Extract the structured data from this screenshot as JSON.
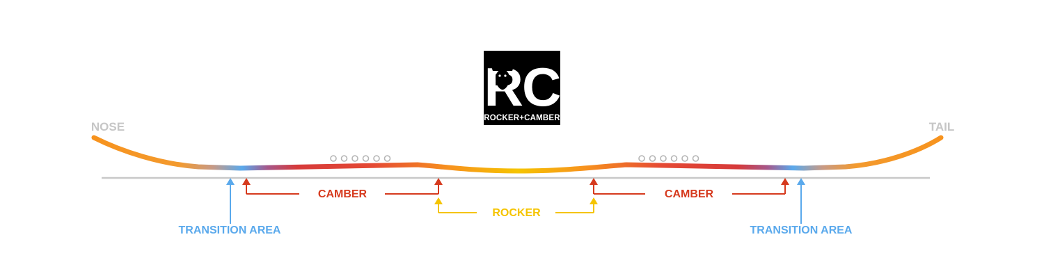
{
  "logo": {
    "letters": "RC",
    "caption": "ROCKER+CAMBER"
  },
  "ends": {
    "nose": "NOSE",
    "tail": "TAIL"
  },
  "zones": {
    "camber_left": "CAMBER",
    "camber_right": "CAMBER",
    "rocker": "ROCKER",
    "transition_left": "TRANSITION AREA",
    "transition_right": "TRANSITION AREA"
  },
  "binding_inserts": {
    "left_count": 6,
    "right_count": 6
  },
  "colors": {
    "camber": "#d63a1e",
    "rocker": "#f5c400",
    "transition": "#5aa9ec",
    "profile_orange": "#f7931e",
    "end_labels": "#c6c6c6",
    "baseline": "#c8c8c8",
    "logo_bg": "#000000",
    "logo_fg": "#ffffff"
  }
}
